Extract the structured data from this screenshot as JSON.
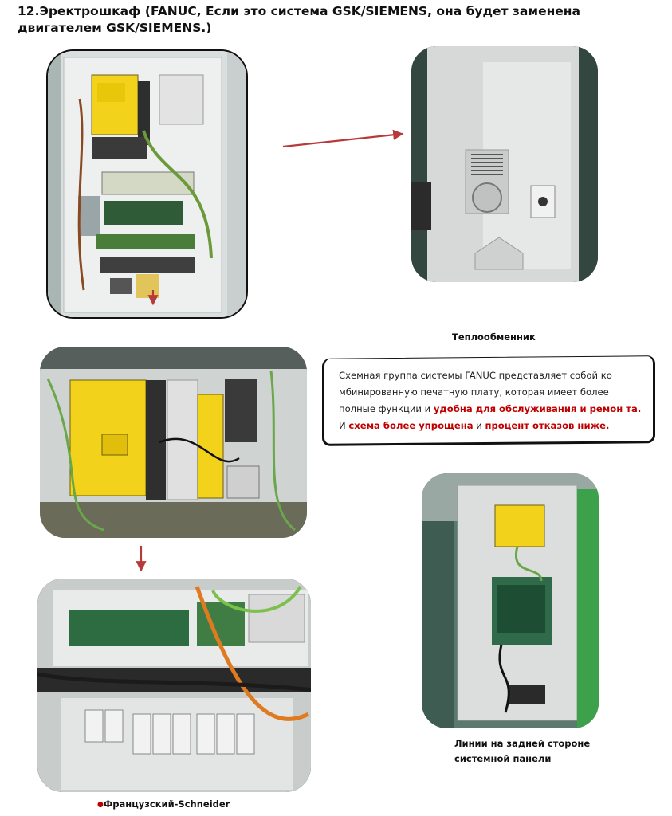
{
  "title": "12.Эректрошкаф (FANUC, Если это система GSK/SIEMENS, она будет заменена двигателем GSK/SIEMENS.)",
  "captions": {
    "heat_exchanger": "Теплообменник",
    "back_lines_1": "Линии на задней стороне",
    "back_lines_2": "системной панели",
    "schneider": "Французский-Schneider"
  },
  "callout": {
    "part1": "Схемная группа системы FANUC представляет собой ко мбинированную печатную плату, которая имеет более полные функции и ",
    "part2": "удобна для обслуживания и ремон та.",
    "part3": " И ",
    "part4": "схема более упрощена",
    "part5": " и ",
    "part6": "процент отказов ниже."
  },
  "colors": {
    "accent_red": "#c00000",
    "fanuc_yellow": "#f2d21b",
    "arrow": "#b73a3a"
  }
}
